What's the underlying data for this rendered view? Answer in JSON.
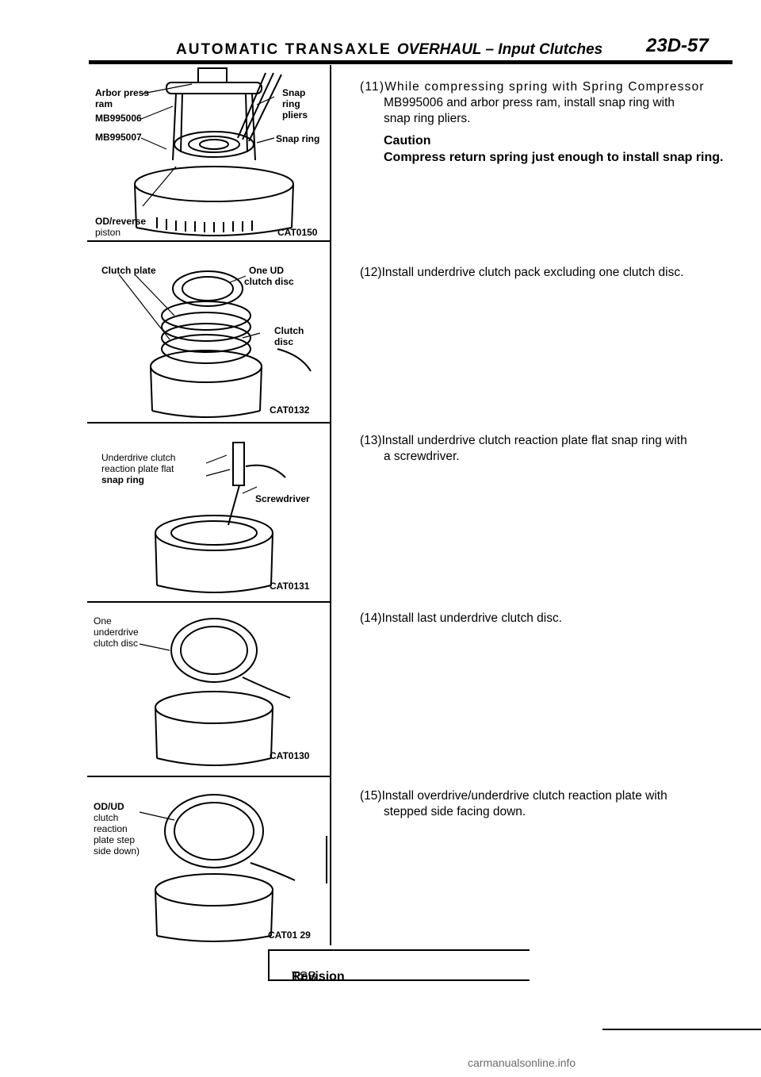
{
  "header": {
    "title": "AUTOMATIC TRANSAXLE",
    "subtitle": "OVERHAUL – Input Clutches",
    "page_number": "23D-57"
  },
  "figures": [
    {
      "labels": [
        "Arbor press",
        "ram",
        "MB995006",
        "MB995007",
        "Snap",
        "ring",
        "pliers",
        "Snap ring",
        "OD/reverse",
        "piston"
      ],
      "code": "CAT0150"
    },
    {
      "labels": [
        "Clutch plate",
        "One UD",
        "clutch disc",
        "Clutch",
        "disc"
      ],
      "code": "CAT0132"
    },
    {
      "labels": [
        "Underdrive clutch",
        "reaction plate flat",
        "snap ring",
        "Screwdriver"
      ],
      "code": "CAT0131"
    },
    {
      "labels": [
        "One",
        "underdrive",
        "clutch disc"
      ],
      "code": "CAT0130"
    },
    {
      "labels": [
        "OD/UD",
        "clutch",
        "reaction",
        "plate step",
        "side down)"
      ],
      "code": "CAT01 29"
    }
  ],
  "steps": {
    "s11": {
      "num": "(11)",
      "text_a": "While compressing spring with Spring Compressor",
      "text_b": "MB995006 and arbor press ram, install snap ring with",
      "text_c": "snap ring pliers.",
      "caution_title": "Caution",
      "caution_text": "Compress return spring just enough to install snap ring."
    },
    "s12": {
      "num": "(12)",
      "text": "Install underdrive clutch pack excluding one clutch disc."
    },
    "s13": {
      "num": "(13)",
      "text_a": "Install underdrive clutch reaction plate flat snap ring with",
      "text_b": "a screwdriver."
    },
    "s14": {
      "num": "(14)",
      "text": "Install last underdrive clutch disc."
    },
    "s15": {
      "num": "(15)",
      "text_a": "Install overdrive/underdrive clutch reaction plate with",
      "text_b": "stepped side facing down."
    }
  },
  "footer": {
    "tsb": "TSB",
    "revision": "Revision"
  },
  "watermark": "carmanualsonline.info"
}
